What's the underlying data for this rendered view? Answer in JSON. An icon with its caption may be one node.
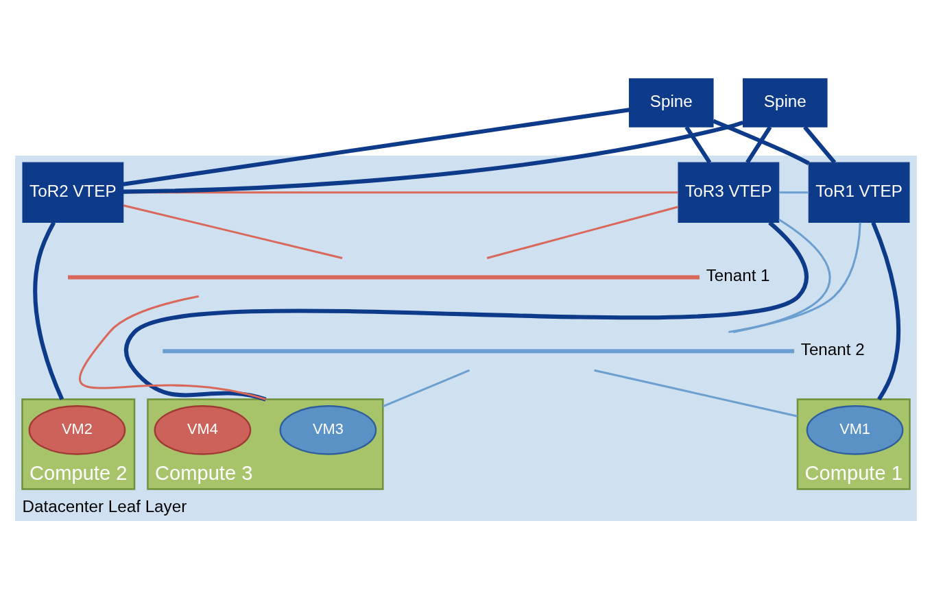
{
  "diagram": {
    "nodes": [
      {
        "text": [
          "Datacenter Leaf Layer"
        ]
      },
      {
        "text": [
          "Spine"
        ]
      },
      {
        "text": [
          "Spine"
        ]
      },
      {
        "text": [
          "ToR1 VTEP"
        ],
        "in": 0
      },
      {
        "text": [
          "ToR2 VTEP"
        ],
        "in": 0
      },
      {
        "text": [
          "ToR3 VTEP"
        ],
        "in": 0
      },
      {
        "text": [],
        "shape": "bar",
        "in": 0,
        "beside": [
          "Tenant 1"
        ]
      },
      {
        "text": [],
        "shape": "bar",
        "in": 0,
        "beside": [
          "Tenant 2"
        ]
      },
      {
        "text": [
          "Compute 1"
        ],
        "in": 0
      },
      {
        "text": [
          "VM1"
        ],
        "in": 8
      },
      {
        "text": [
          "Compute 2"
        ],
        "in": 0
      },
      {
        "text": [
          "VM2"
        ],
        "in": 10
      },
      {
        "text": [
          "Compute 3"
        ],
        "in": 0
      },
      {
        "text": [
          "VM3"
        ],
        "in": 12
      },
      {
        "text": [
          "VM4"
        ],
        "in": 12
      }
    ],
    "edges": [
      {
        "from": 1,
        "to": 3,
        "arrow": "none",
        "style": "thick"
      },
      {
        "from": 1,
        "to": 4,
        "arrow": "none",
        "style": "thick"
      },
      {
        "from": 1,
        "to": 5,
        "arrow": "none",
        "style": "thick"
      },
      {
        "from": 2,
        "to": 3,
        "arrow": "none",
        "style": "thick"
      },
      {
        "from": 2,
        "to": 4,
        "arrow": "none",
        "style": "thick"
      },
      {
        "from": 2,
        "to": 5,
        "arrow": "none",
        "style": "thick"
      },
      {
        "from": 3,
        "to": 5,
        "arrow": "none",
        "color": "#6a9fd0"
      },
      {
        "from": 4,
        "to": 5,
        "arrow": "none",
        "color": "#d9685a"
      },
      {
        "from": 3,
        "to": 8,
        "arrow": "none",
        "style": "thick"
      },
      {
        "from": 4,
        "to": 10,
        "arrow": "none",
        "style": "thick"
      },
      {
        "from": 5,
        "to": 12,
        "arrow": "none",
        "style": "thick"
      },
      {
        "from": 3,
        "to": 7,
        "arrow": "none",
        "color": "#6a9fd0"
      },
      {
        "from": 4,
        "to": 6,
        "arrow": "none",
        "color": "#d9685a"
      },
      {
        "from": 5,
        "to": 7,
        "arrow": "none",
        "color": "#6a9fd0"
      },
      {
        "from": 5,
        "to": 6,
        "arrow": "none",
        "color": "#d9685a"
      },
      {
        "from": 7,
        "to": 8,
        "arrow": "none",
        "color": "#6a9fd0"
      },
      {
        "from": 6,
        "to": 12,
        "arrow": "none",
        "color": "#d9685a"
      },
      {
        "from": 7,
        "to": 12,
        "arrow": "none",
        "color": "#6a9fd0"
      }
    ]
  }
}
